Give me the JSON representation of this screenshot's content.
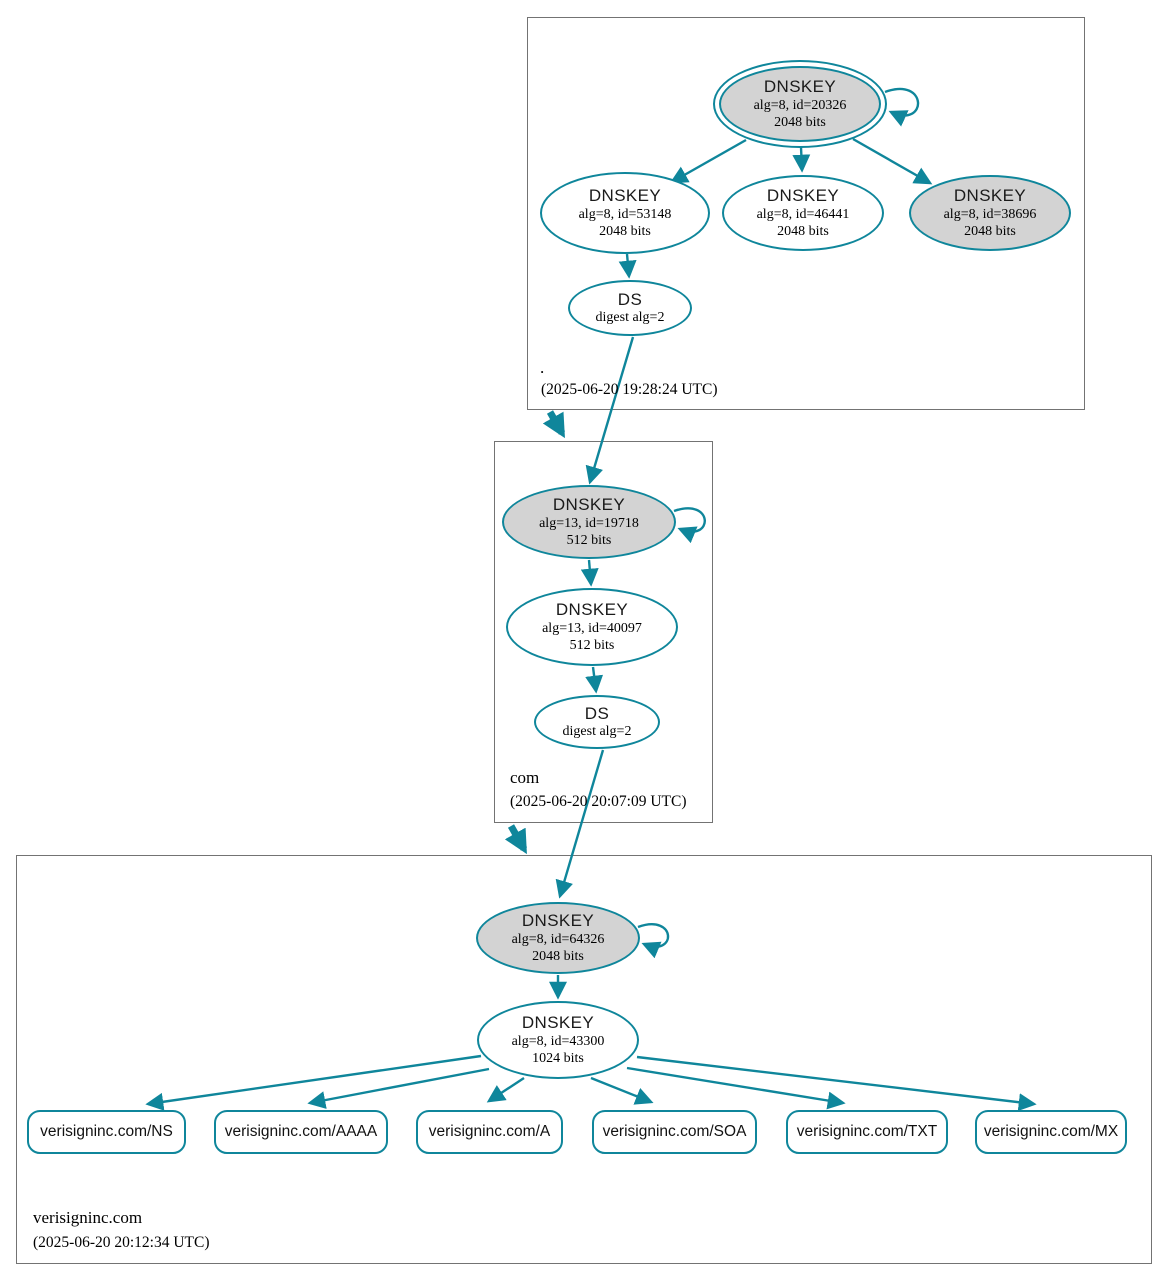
{
  "diagram": {
    "kind": "dnssec-authentication-chain",
    "colors": {
      "secure_edge": "#0f869b",
      "sep_key_fill": "#d3d3d3",
      "zsk_fill": "#ffffff",
      "zone_box_border": "#737373"
    }
  },
  "zones": [
    {
      "name": ".",
      "timestamp": "(2025-06-20 19:28:24 UTC)",
      "nodes": {
        "ksk": {
          "title": "DNSKEY",
          "detail": "alg=8, id=20326",
          "bits": "2048 bits"
        },
        "zsk1": {
          "title": "DNSKEY",
          "detail": "alg=8, id=53148",
          "bits": "2048 bits"
        },
        "zsk2": {
          "title": "DNSKEY",
          "detail": "alg=8, id=46441",
          "bits": "2048 bits"
        },
        "key3": {
          "title": "DNSKEY",
          "detail": "alg=8, id=38696",
          "bits": "2048 bits"
        },
        "ds": {
          "title": "DS",
          "detail": "digest alg=2"
        }
      }
    },
    {
      "name": "com",
      "timestamp": "(2025-06-20 20:07:09 UTC)",
      "nodes": {
        "ksk": {
          "title": "DNSKEY",
          "detail": "alg=13, id=19718",
          "bits": "512 bits"
        },
        "zsk": {
          "title": "DNSKEY",
          "detail": "alg=13, id=40097",
          "bits": "512 bits"
        },
        "ds": {
          "title": "DS",
          "detail": "digest alg=2"
        }
      }
    },
    {
      "name": "verisigninc.com",
      "timestamp": "(2025-06-20 20:12:34 UTC)",
      "nodes": {
        "ksk": {
          "title": "DNSKEY",
          "detail": "alg=8, id=64326",
          "bits": "2048 bits"
        },
        "zsk": {
          "title": "DNSKEY",
          "detail": "alg=8, id=43300",
          "bits": "1024 bits"
        }
      },
      "rrsets": [
        {
          "label": "verisigninc.com/NS"
        },
        {
          "label": "verisigninc.com/AAAA"
        },
        {
          "label": "verisigninc.com/A"
        },
        {
          "label": "verisigninc.com/SOA"
        },
        {
          "label": "verisigninc.com/TXT"
        },
        {
          "label": "verisigninc.com/MX"
        }
      ]
    }
  ]
}
